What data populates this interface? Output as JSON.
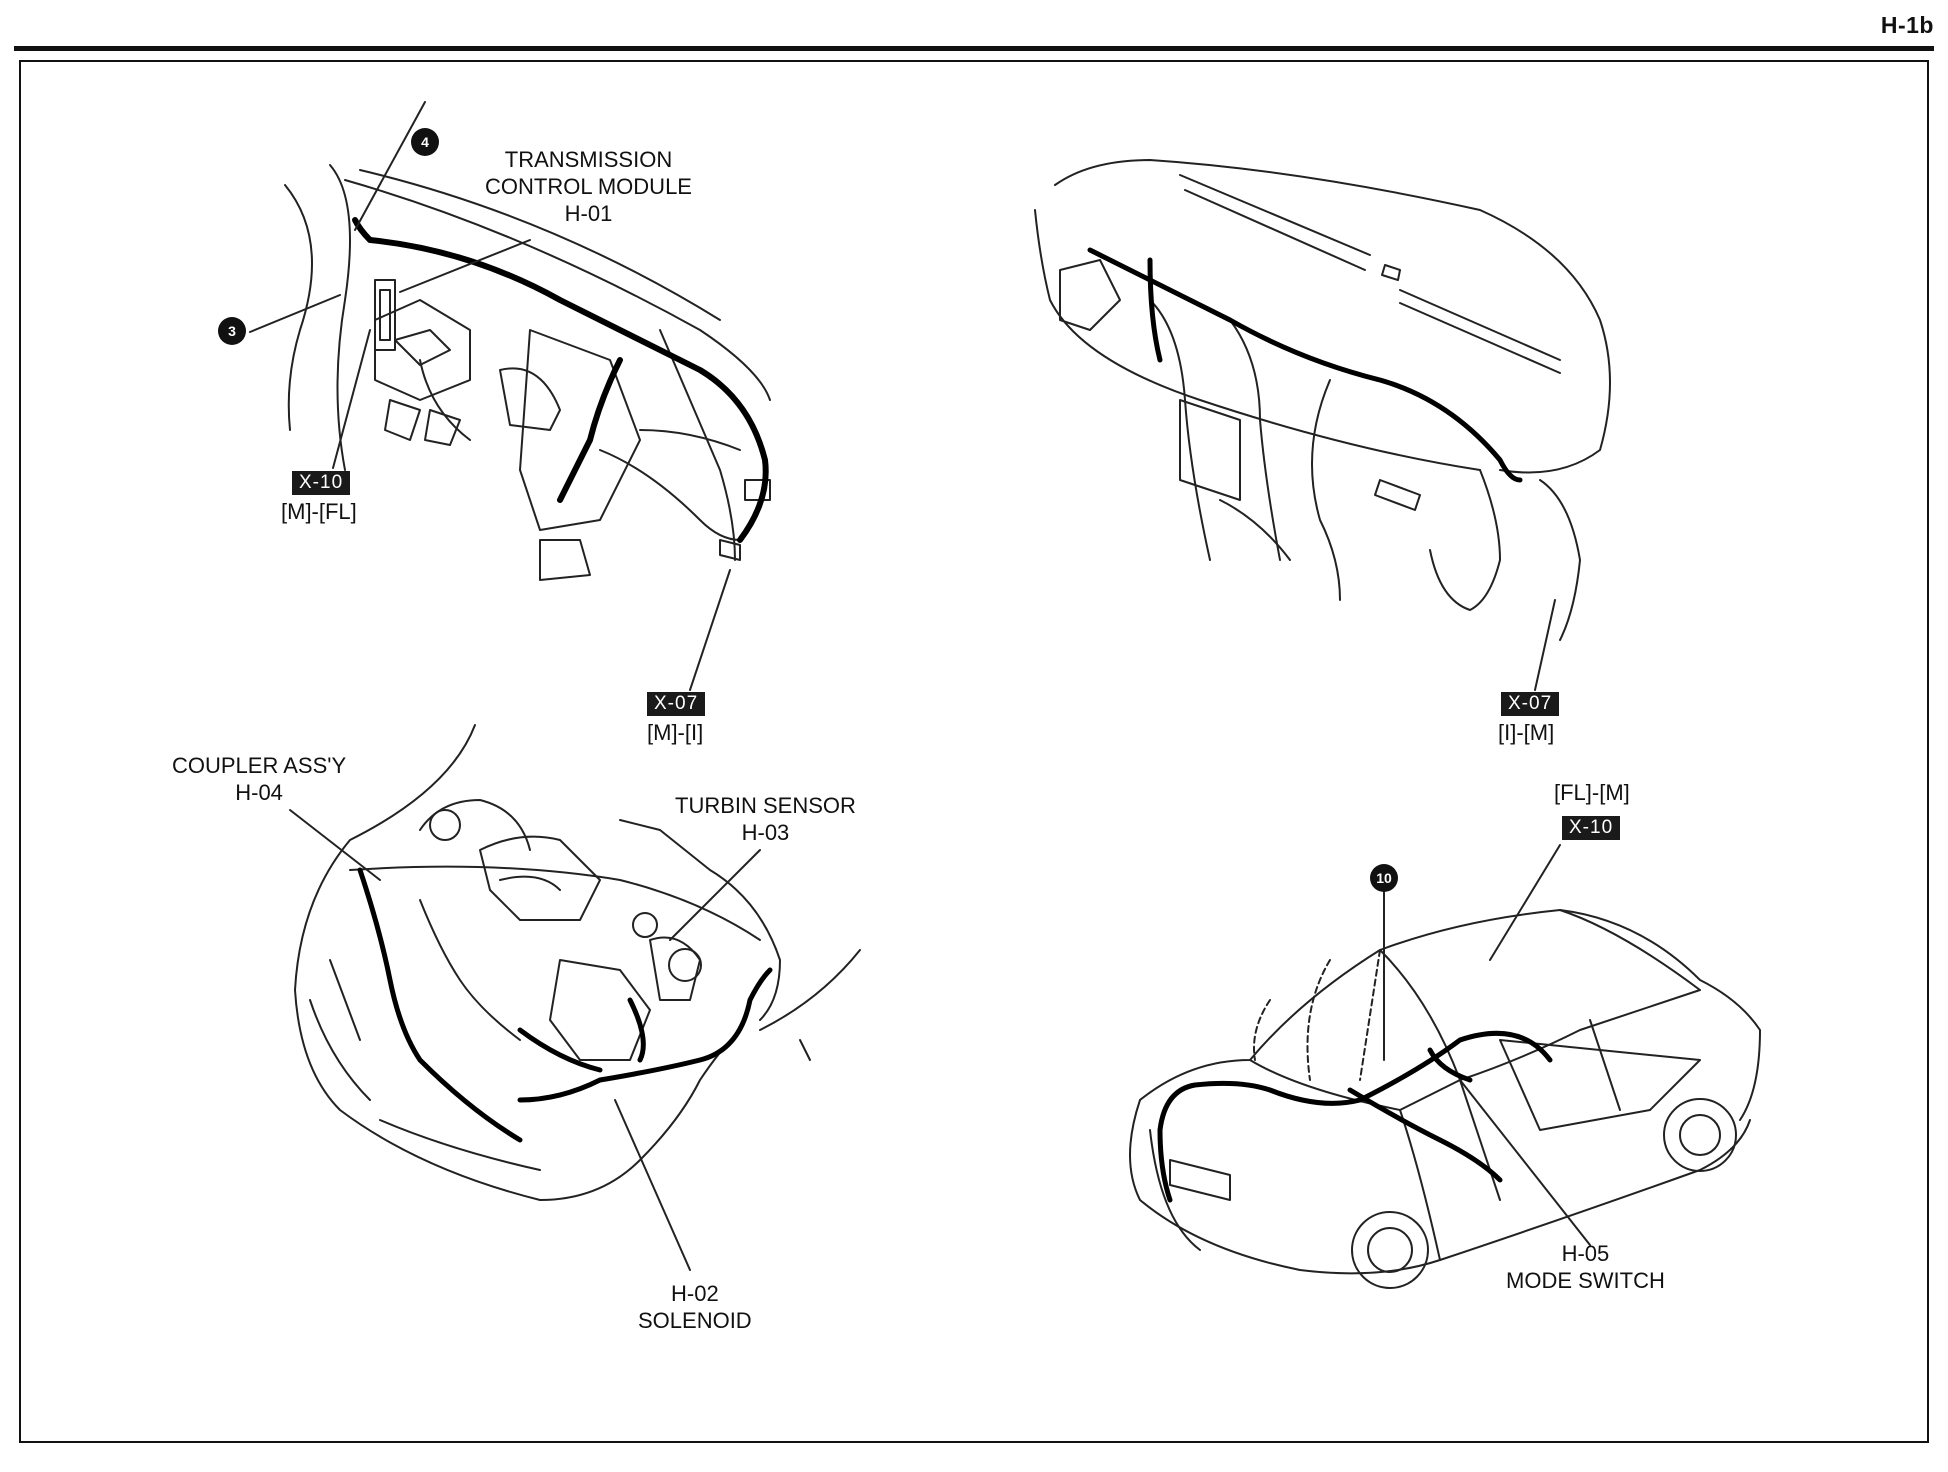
{
  "page": {
    "code": "H-1b"
  },
  "top_left_view": {
    "tcm_label": [
      "TRANSMISSION",
      "CONTROL MODULE",
      "H-01"
    ],
    "marker_4": "4",
    "marker_3": "3",
    "x10": {
      "code": "X-10",
      "pins": "[M]-[FL]"
    },
    "x07": {
      "code": "X-07",
      "pins": "[M]-[I]"
    }
  },
  "top_right_view": {
    "x07": {
      "code": "X-07",
      "pins": "[I]-[M]"
    }
  },
  "bottom_left_view": {
    "coupler_label": [
      "COUPLER ASS'Y",
      "H-04"
    ],
    "turbin_label": [
      "TURBIN SENSOR",
      "H-03"
    ],
    "solenoid_label": [
      "H-02",
      "SOLENOID"
    ]
  },
  "bottom_right_view": {
    "x10": {
      "pins": "[FL]-[M]",
      "code": "X-10"
    },
    "marker_10": "10",
    "mode_switch_label": [
      "H-05",
      "MODE SWITCH"
    ]
  }
}
